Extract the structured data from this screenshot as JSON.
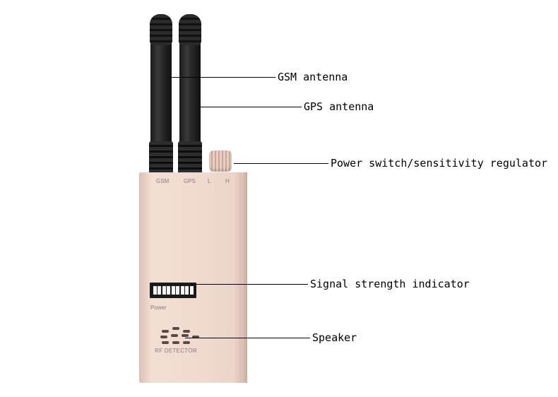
{
  "device": {
    "port_labels": {
      "gsm": "GSM",
      "gps": "GPS",
      "low": "L",
      "high": "H"
    },
    "power_label": "Power",
    "model_label": "RF DETECTOR",
    "led_count": 9,
    "colors": {
      "body": "#f1dbd1",
      "antenna": "#262626",
      "led_panel": "#1a1a1a"
    }
  },
  "callouts": {
    "gsm_antenna": "GSM antenna",
    "gps_antenna": "GPS antenna",
    "power_switch": "Power switch/sensitivity regulator",
    "signal_indicator": "Signal strength indicator",
    "speaker": "Speaker"
  }
}
